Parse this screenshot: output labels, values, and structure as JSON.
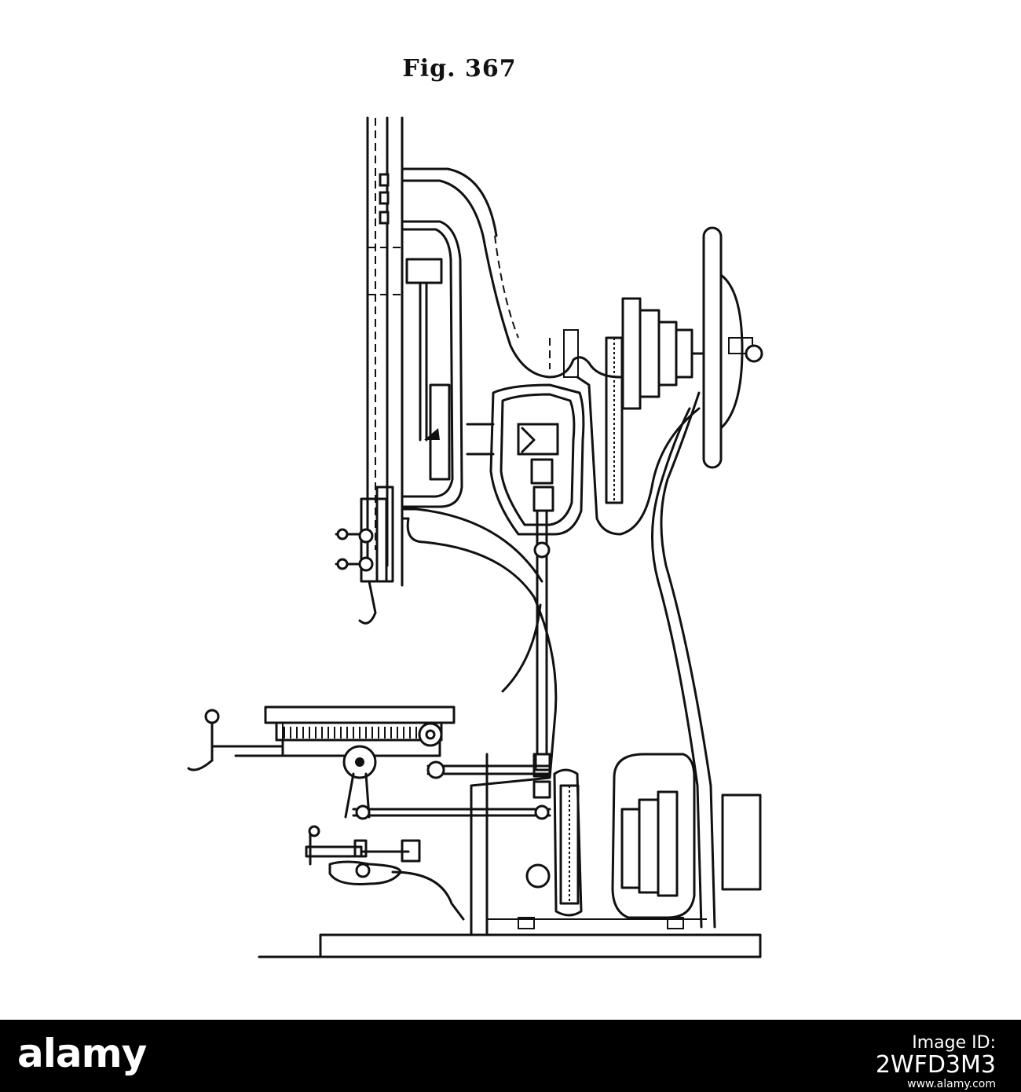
{
  "figure": {
    "title": "Fig. 367"
  },
  "footer": {
    "brand": "alamy",
    "image_id_label": "Image ID:",
    "image_id": "2WFD3M3",
    "url": "www.alamy.com",
    "background": "#000000",
    "text_color": "#ffffff"
  }
}
